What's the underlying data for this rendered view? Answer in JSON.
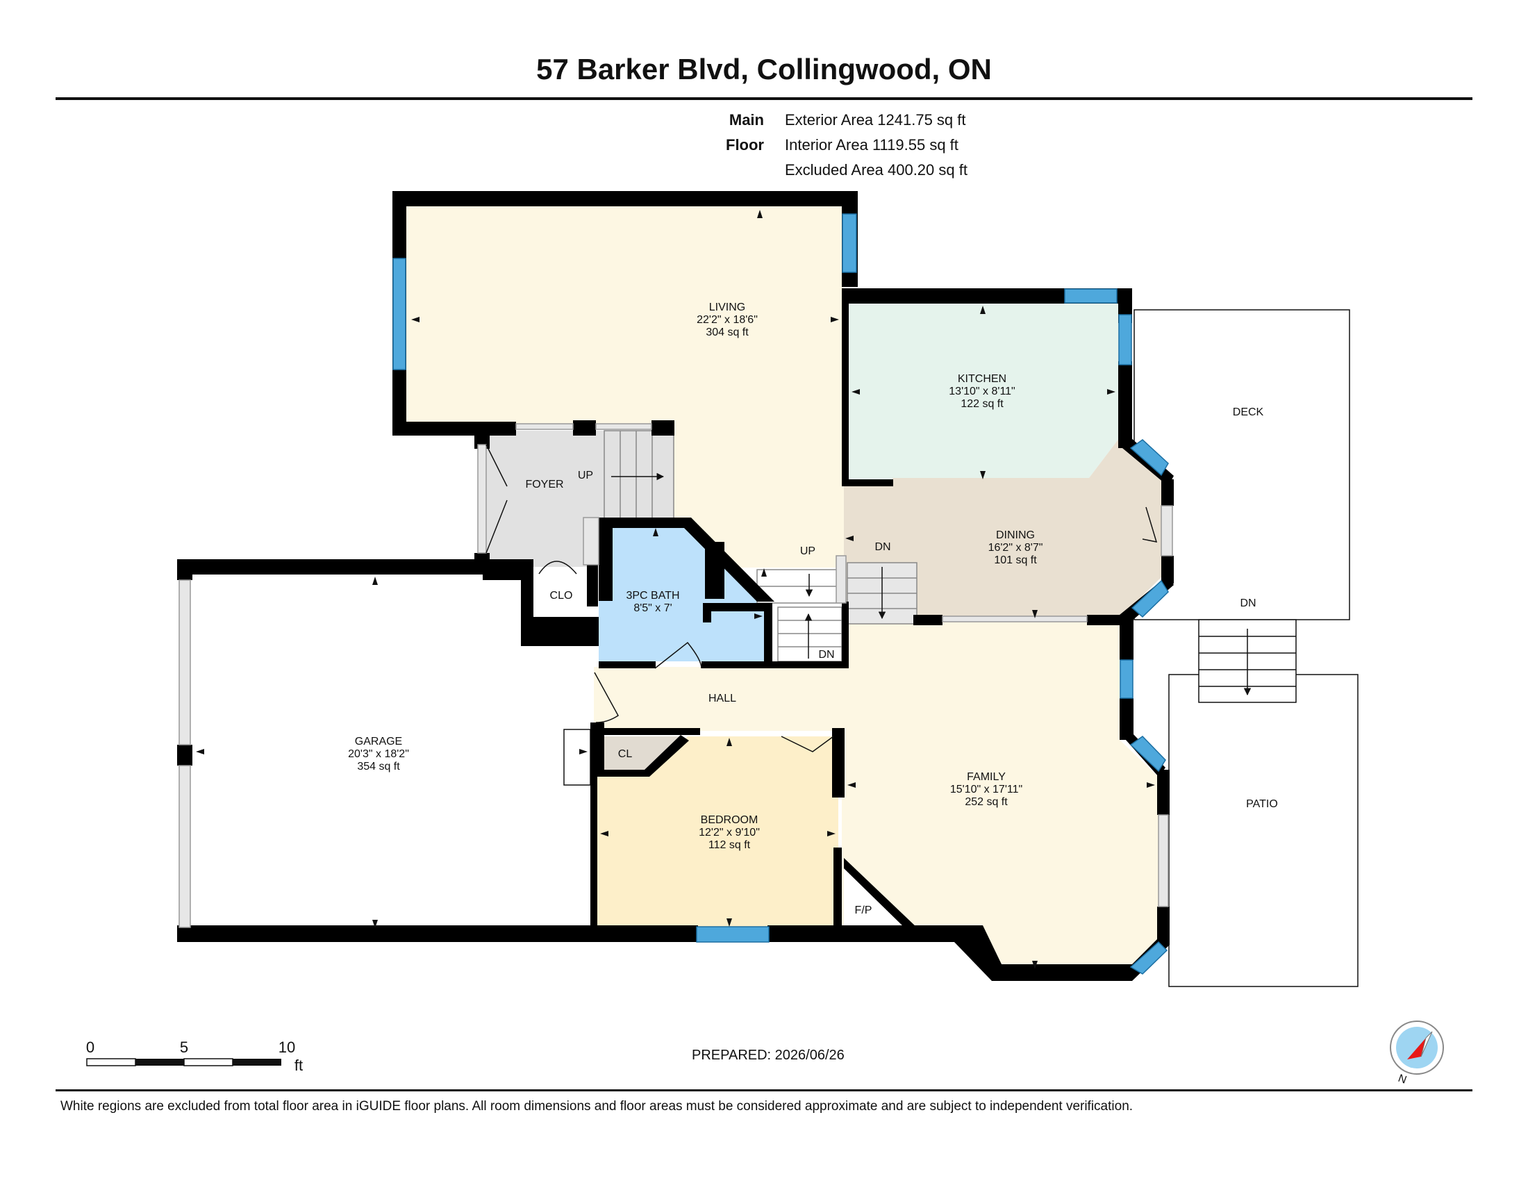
{
  "title": "57 Barker Blvd, Collingwood, ON",
  "floor": {
    "name": "Main Floor",
    "exterior_area": "Exterior Area 1241.75 sq ft",
    "interior_area": "Interior Area 1119.55 sq ft",
    "excluded_area": "Excluded Area 400.20 sq ft"
  },
  "rooms": {
    "living": {
      "name": "LIVING",
      "dims": "22'2\" x 18'6\"",
      "area": "304 sq ft"
    },
    "kitchen": {
      "name": "KITCHEN",
      "dims": "13'10\" x 8'11\"",
      "area": "122 sq ft"
    },
    "dining": {
      "name": "DINING",
      "dims": "16'2\" x 8'7\"",
      "area": "101 sq ft"
    },
    "bath": {
      "name": "3PC BATH",
      "dims": "8'5\" x 7'"
    },
    "garage": {
      "name": "GARAGE",
      "dims": "20'3\" x 18'2\"",
      "area": "354 sq ft"
    },
    "bedroom": {
      "name": "BEDROOM",
      "dims": "12'2\" x 9'10\"",
      "area": "112 sq ft"
    },
    "family": {
      "name": "FAMILY",
      "dims": "15'10\" x 17'11\"",
      "area": "252 sq ft"
    },
    "foyer": {
      "name": "FOYER"
    },
    "hall": {
      "name": "HALL"
    },
    "clo": {
      "name": "CLO"
    },
    "cl": {
      "name": "CL"
    },
    "fp": {
      "name": "F/P"
    },
    "deck": {
      "name": "DECK"
    },
    "patio": {
      "name": "PATIO"
    }
  },
  "stairs": {
    "foyer_up": "UP",
    "hall_up": "UP",
    "dining_dn": "DN",
    "bath_dn": "DN",
    "deck_dn": "DN"
  },
  "scale": {
    "ticks": [
      "0",
      "5",
      "10"
    ],
    "unit": "ft"
  },
  "compass": {
    "label": "N"
  },
  "prepared": "PREPARED: 2026/06/26",
  "disclaimer": "White regions are excluded from total floor area in iGUIDE floor plans. All room dimensions and floor areas must be considered approximate and are subject to independent verification.",
  "colors": {
    "living": "#fdf7e3",
    "kitchen": "#e5f3ec",
    "dining": "#e9e0d1",
    "bath": "#bde1fb",
    "bedroom": "#fdefc9",
    "family": "#fdf7e3",
    "foyer": "#e1e1e1",
    "closet": "#e1dbd1",
    "wall": "#000000",
    "window": "#4ea8dc"
  }
}
